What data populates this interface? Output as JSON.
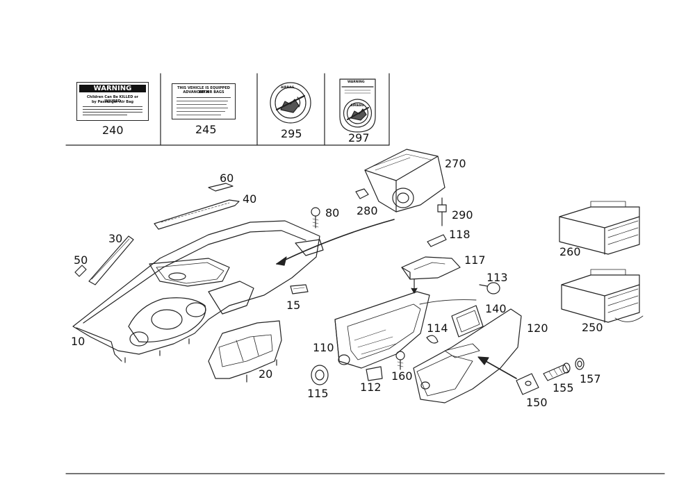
{
  "labels_panel": {
    "warning_240": {
      "heading": "WARNING",
      "line1": "Children Can Be KILLED or INJURED",
      "line2": "by Passenger Air Bag",
      "number": "240"
    },
    "label_245": {
      "heading_line1": "THIS VEHICLE IS EQUIPPED WITH",
      "heading_line2": "ADVANCED AIR BAGS",
      "number": "245"
    },
    "label_295": {
      "ring_text": "AIRBAG",
      "number": "295"
    },
    "label_297": {
      "heading": "WARNING",
      "inner_text": "AIRBAG",
      "number": "297"
    }
  },
  "callouts": {
    "n10": "10",
    "n15": "15",
    "n20": "20",
    "n30": "30",
    "n40": "40",
    "n50": "50",
    "n60": "60",
    "n80": "80",
    "n110": "110",
    "n112": "112",
    "n113": "113",
    "n114": "114",
    "n115": "115",
    "n117": "117",
    "n118": "118",
    "n120": "120",
    "n140": "140",
    "n150": "150",
    "n155": "155",
    "n157": "157",
    "n160": "160",
    "n250": "250",
    "n260": "260",
    "n270": "270",
    "n280": "280",
    "n290": "290"
  },
  "colors": {
    "line": "#222222",
    "background": "#ffffff"
  }
}
